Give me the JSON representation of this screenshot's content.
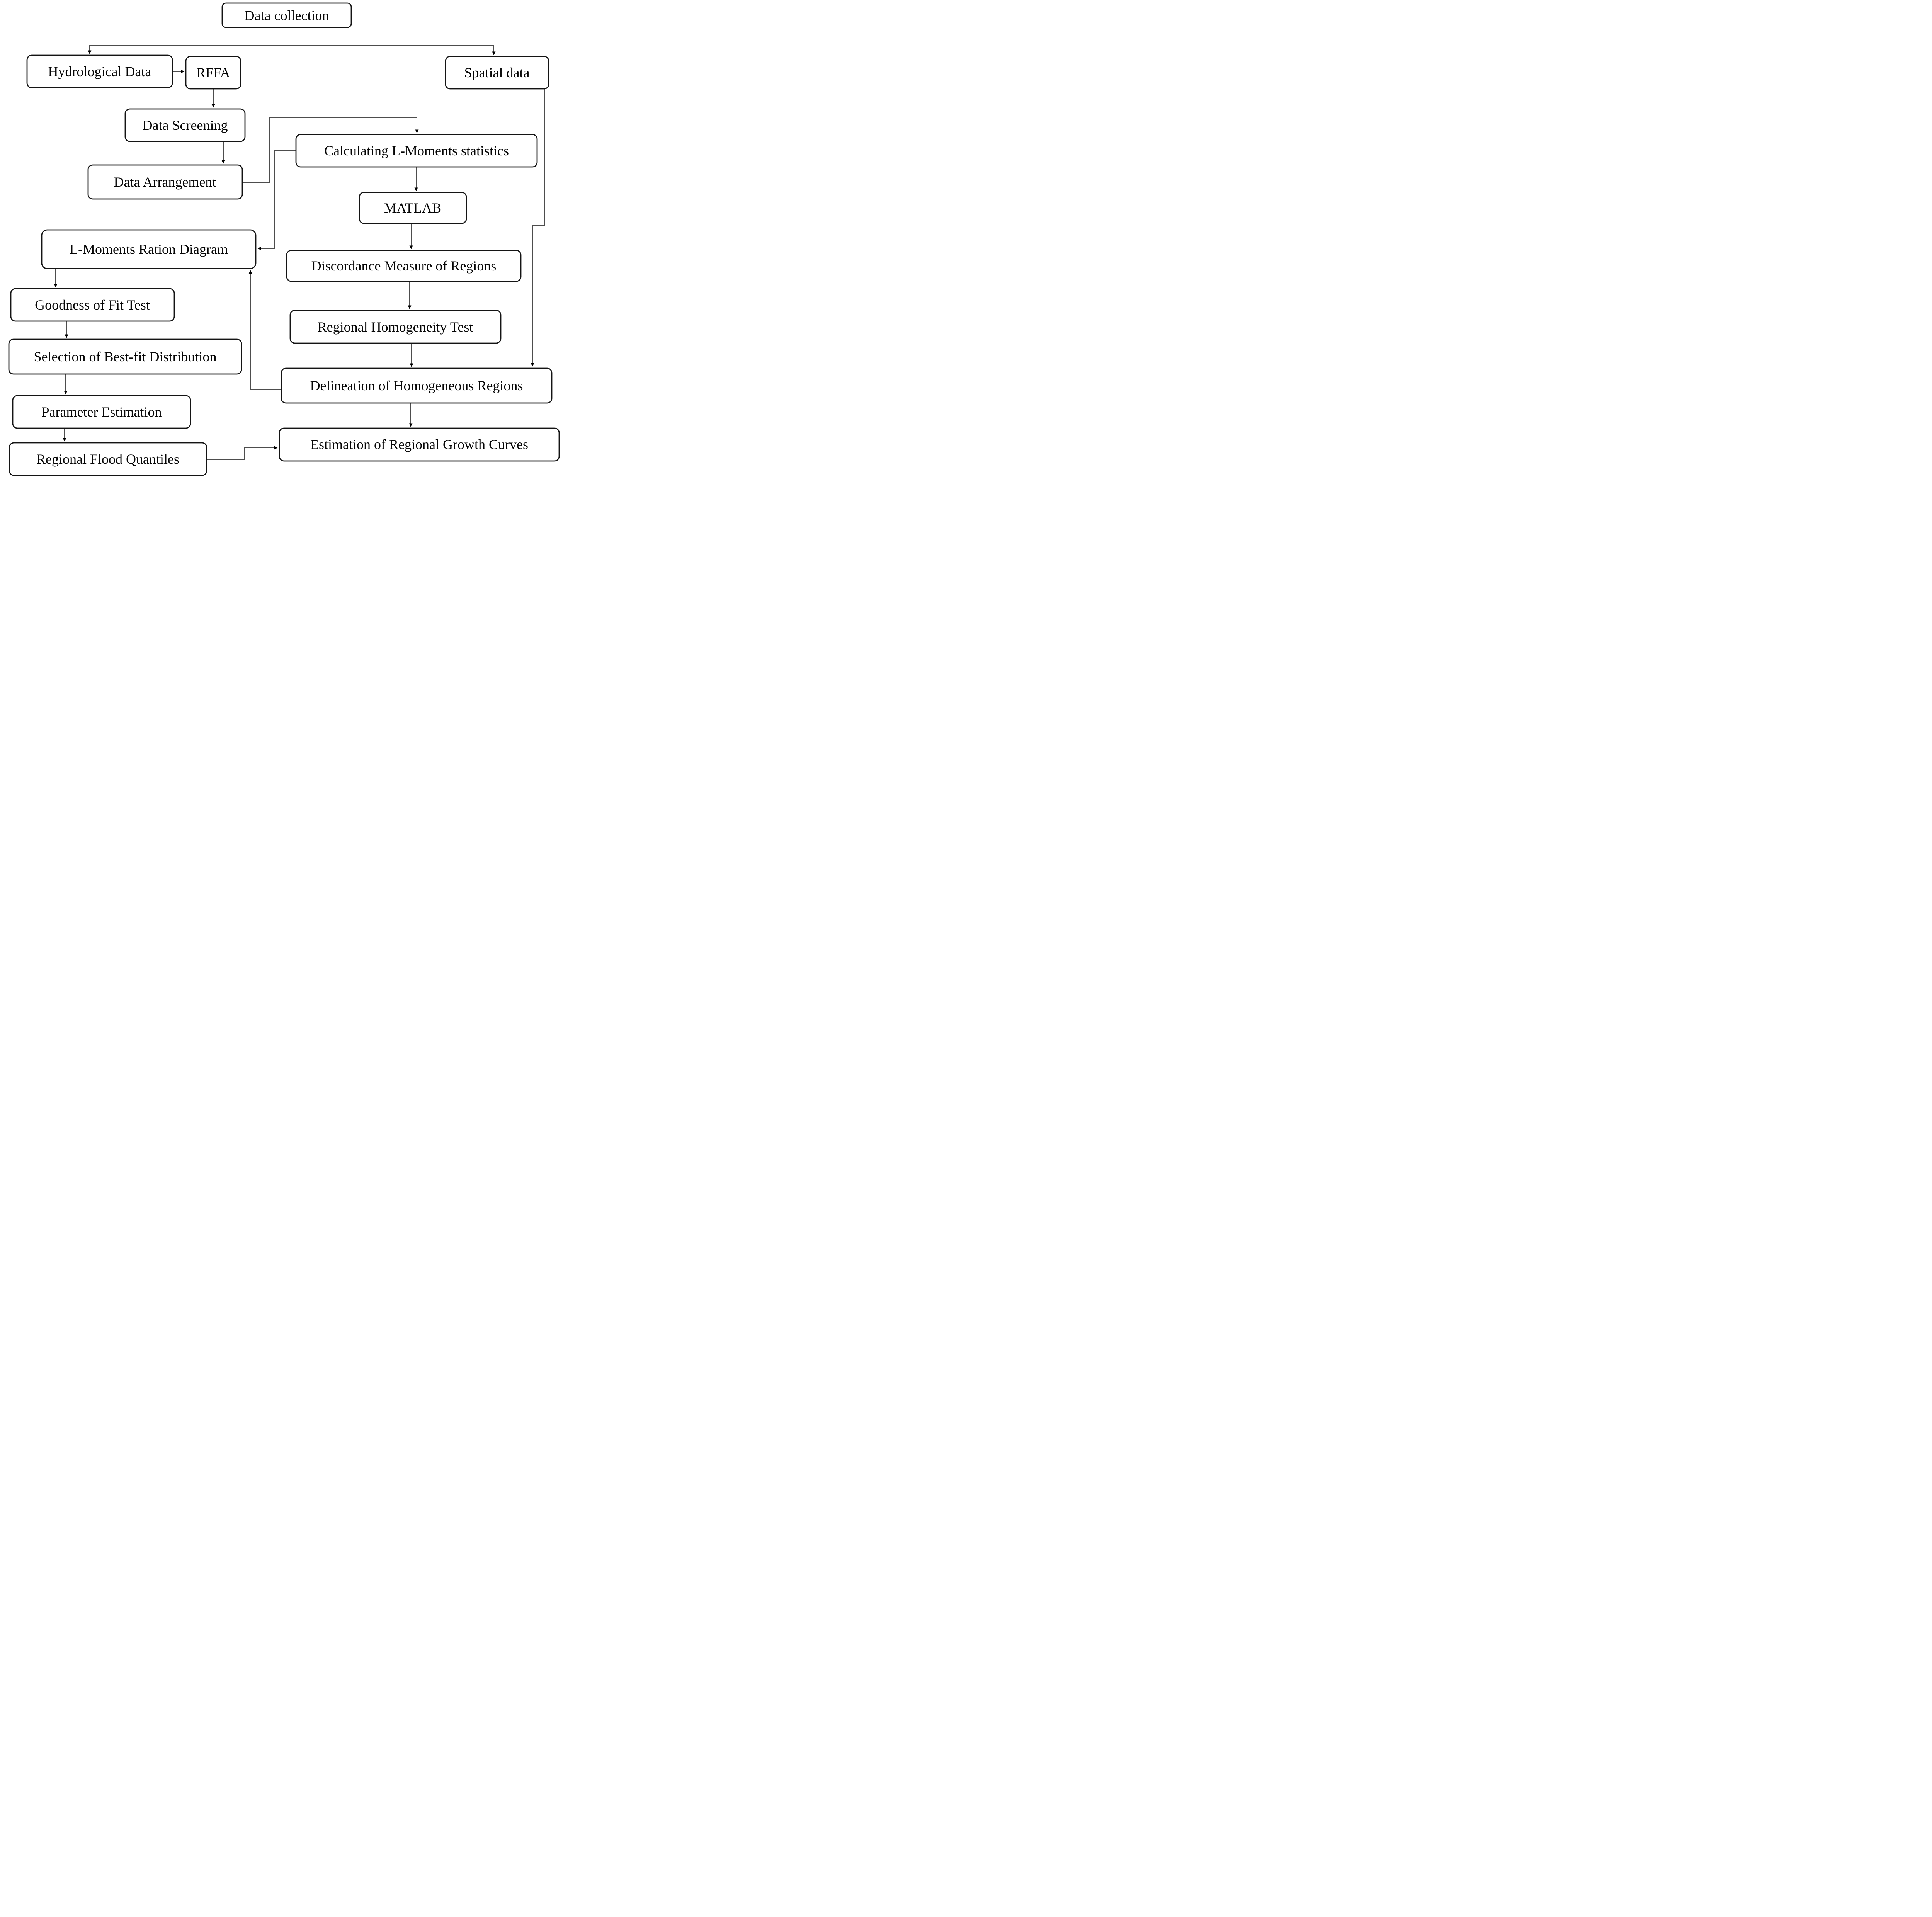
{
  "diagram": {
    "type": "flowchart",
    "background": "#ffffff",
    "box_fill": "#ffffff",
    "box_border_color": "#141414",
    "text_color": "#050505",
    "line_color": "#4d4d4d",
    "arrow_color": "#000000"
  },
  "nodes": [
    {
      "id": "data-collection",
      "label": "Data collection"
    },
    {
      "id": "hydrological-data",
      "label": "Hydrological Data"
    },
    {
      "id": "rffa",
      "label": "RFFA"
    },
    {
      "id": "spatial-data",
      "label": "Spatial data"
    },
    {
      "id": "data-screening",
      "label": "Data Screening"
    },
    {
      "id": "data-arrangement",
      "label": "Data Arrangement"
    },
    {
      "id": "calculating-l-moments-statistics",
      "label": "Calculating L-Moments statistics"
    },
    {
      "id": "matlab",
      "label": "MATLAB"
    },
    {
      "id": "l-moments-ration-diagram",
      "label": "L-Moments Ration Diagram"
    },
    {
      "id": "discordance-measure-of-regions",
      "label": "Discordance Measure of Regions"
    },
    {
      "id": "goodness-of-fit-test",
      "label": "Goodness of Fit Test"
    },
    {
      "id": "regional-homogeneity-test",
      "label": "Regional Homogeneity Test"
    },
    {
      "id": "selection-of-best-fit-distribution",
      "label": "Selection of Best-fit Distribution"
    },
    {
      "id": "delineation-of-homogeneous-regions",
      "label": "Delineation of Homogeneous Regions"
    },
    {
      "id": "parameter-estimation",
      "label": "Parameter Estimation"
    },
    {
      "id": "regional-flood-quantiles",
      "label": "Regional Flood Quantiles"
    },
    {
      "id": "estimation-of-regional-growth-curves",
      "label": "Estimation of  Regional Growth Curves"
    }
  ],
  "edges": [
    {
      "from": "data-collection",
      "to": "hydrological-data"
    },
    {
      "from": "data-collection",
      "to": "spatial-data"
    },
    {
      "from": "hydrological-data",
      "to": "rffa"
    },
    {
      "from": "rffa",
      "to": "data-screening"
    },
    {
      "from": "data-screening",
      "to": "data-arrangement"
    },
    {
      "from": "data-arrangement",
      "to": "calculating-l-moments-statistics"
    },
    {
      "from": "calculating-l-moments-statistics",
      "to": "matlab"
    },
    {
      "from": "calculating-l-moments-statistics",
      "to": "l-moments-ration-diagram"
    },
    {
      "from": "matlab",
      "to": "discordance-measure-of-regions"
    },
    {
      "from": "discordance-measure-of-regions",
      "to": "regional-homogeneity-test"
    },
    {
      "from": "regional-homogeneity-test",
      "to": "delineation-of-homogeneous-regions"
    },
    {
      "from": "spatial-data",
      "to": "delineation-of-homogeneous-regions"
    },
    {
      "from": "delineation-of-homogeneous-regions",
      "to": "l-moments-ration-diagram"
    },
    {
      "from": "l-moments-ration-diagram",
      "to": "goodness-of-fit-test"
    },
    {
      "from": "goodness-of-fit-test",
      "to": "selection-of-best-fit-distribution"
    },
    {
      "from": "selection-of-best-fit-distribution",
      "to": "parameter-estimation"
    },
    {
      "from": "parameter-estimation",
      "to": "regional-flood-quantiles"
    },
    {
      "from": "regional-flood-quantiles",
      "to": "estimation-of-regional-growth-curves"
    },
    {
      "from": "delineation-of-homogeneous-regions",
      "to": "estimation-of-regional-growth-curves"
    }
  ]
}
